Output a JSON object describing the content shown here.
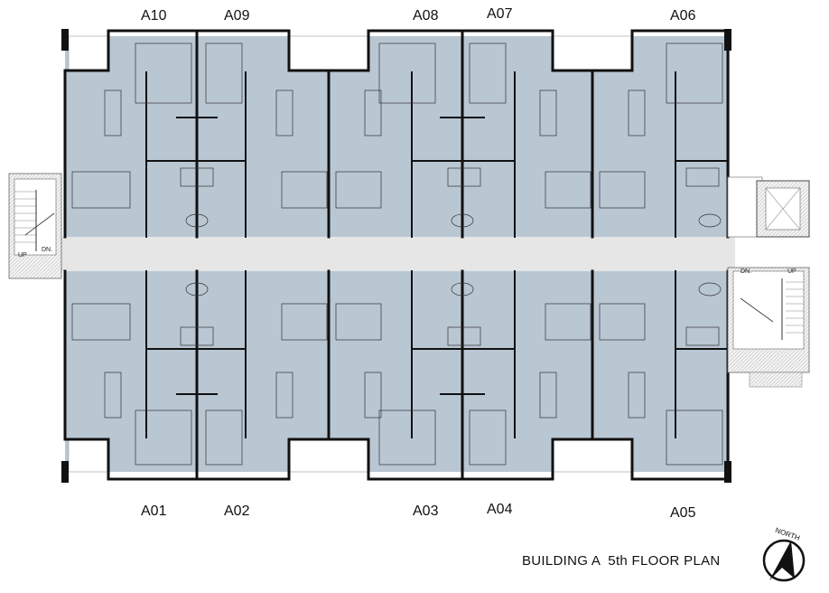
{
  "units_top": [
    {
      "id": "A10"
    },
    {
      "id": "A09"
    },
    {
      "id": "A08"
    },
    {
      "id": "A07"
    },
    {
      "id": "A06"
    }
  ],
  "units_bottom": [
    {
      "id": "A01"
    },
    {
      "id": "A02"
    },
    {
      "id": "A03"
    },
    {
      "id": "A04"
    },
    {
      "id": "A05"
    }
  ],
  "stairs": {
    "west": {
      "down": "DN.",
      "up": "UP"
    },
    "east": {
      "down": "DN.",
      "up": "UP"
    }
  },
  "title": "BUILDING A  5th FLOOR PLAN",
  "north_label": "NORTH",
  "colors": {
    "room_fill": "#b9c7d3",
    "corridor": "#e6e6e6",
    "wall": "#111111"
  }
}
